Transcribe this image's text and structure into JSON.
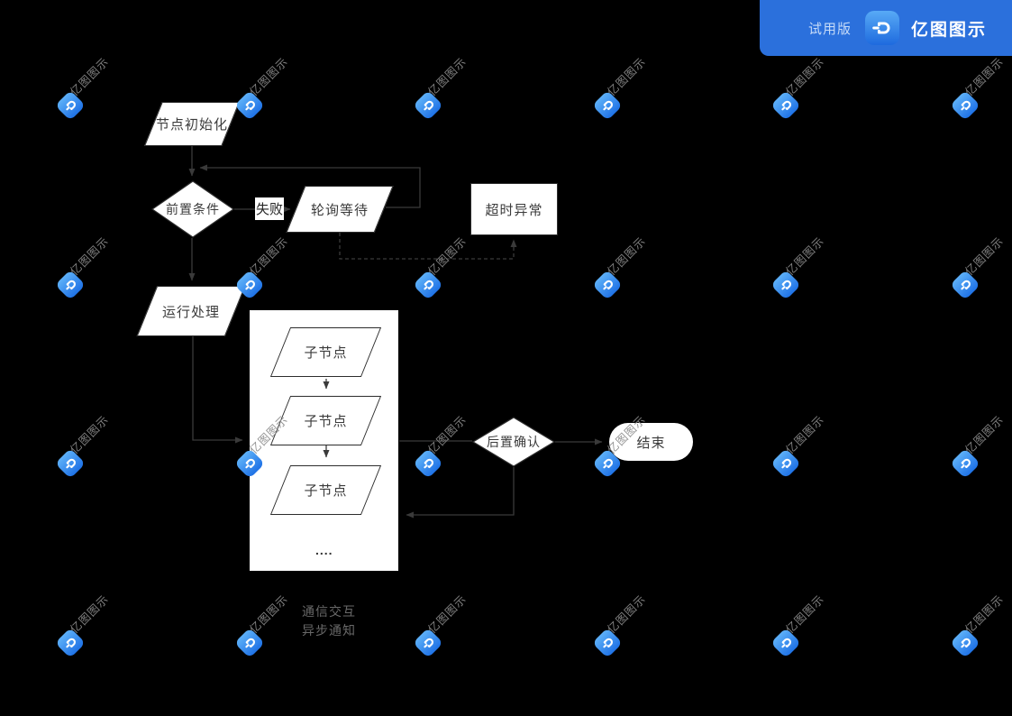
{
  "badge": {
    "trial": "试用版",
    "brand": "亿图图示"
  },
  "watermark": {
    "text": "亿图图示"
  },
  "nodes": {
    "init": "节点初始化",
    "precondition": "前置条件",
    "fail": "失败",
    "polling": "轮询等待",
    "timeout": "超时异常",
    "run": "运行处理",
    "child": "子节点",
    "dots": "....",
    "post_confirm": "后置确认",
    "end": "结束"
  },
  "legend": {
    "line1": "通信交互",
    "line2": "异步通知"
  },
  "colors": {
    "background": "#000000",
    "shape_fill": "#ffffff",
    "shape_border": "#2d2d2d",
    "connector": "#3a3a3a",
    "badge_blue": "#2b70dc",
    "logo_gradient_top": "#58aaf6",
    "logo_gradient_bottom": "#1e6ade",
    "watermark_text": "#8b8b8b"
  }
}
